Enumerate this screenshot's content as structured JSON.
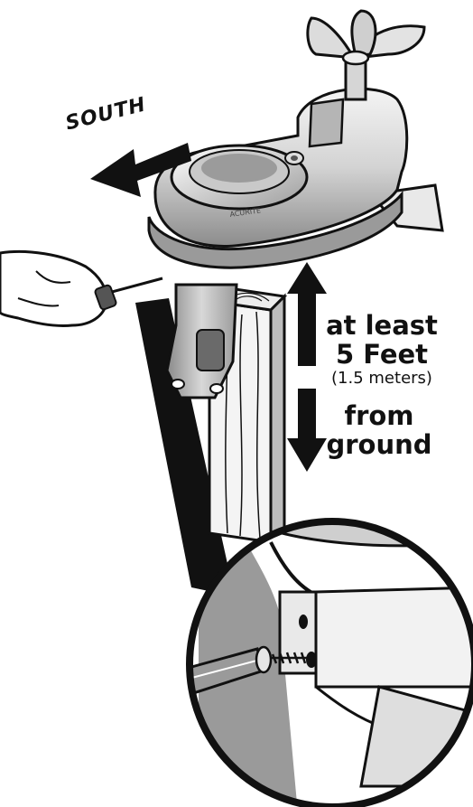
{
  "labels": {
    "direction": "SOUTH",
    "height_line1": "at least",
    "height_line2": "5 Feet",
    "height_metric": "(1.5 meters)",
    "from_line1": "from",
    "from_line2": "ground",
    "brand": "ACURITE"
  },
  "colors": {
    "ink": "#111111",
    "body_light": "#e6e6e6",
    "body_mid": "#bdbdbd",
    "body_dark": "#7a7a7a",
    "wood": "#f2f2f2"
  }
}
